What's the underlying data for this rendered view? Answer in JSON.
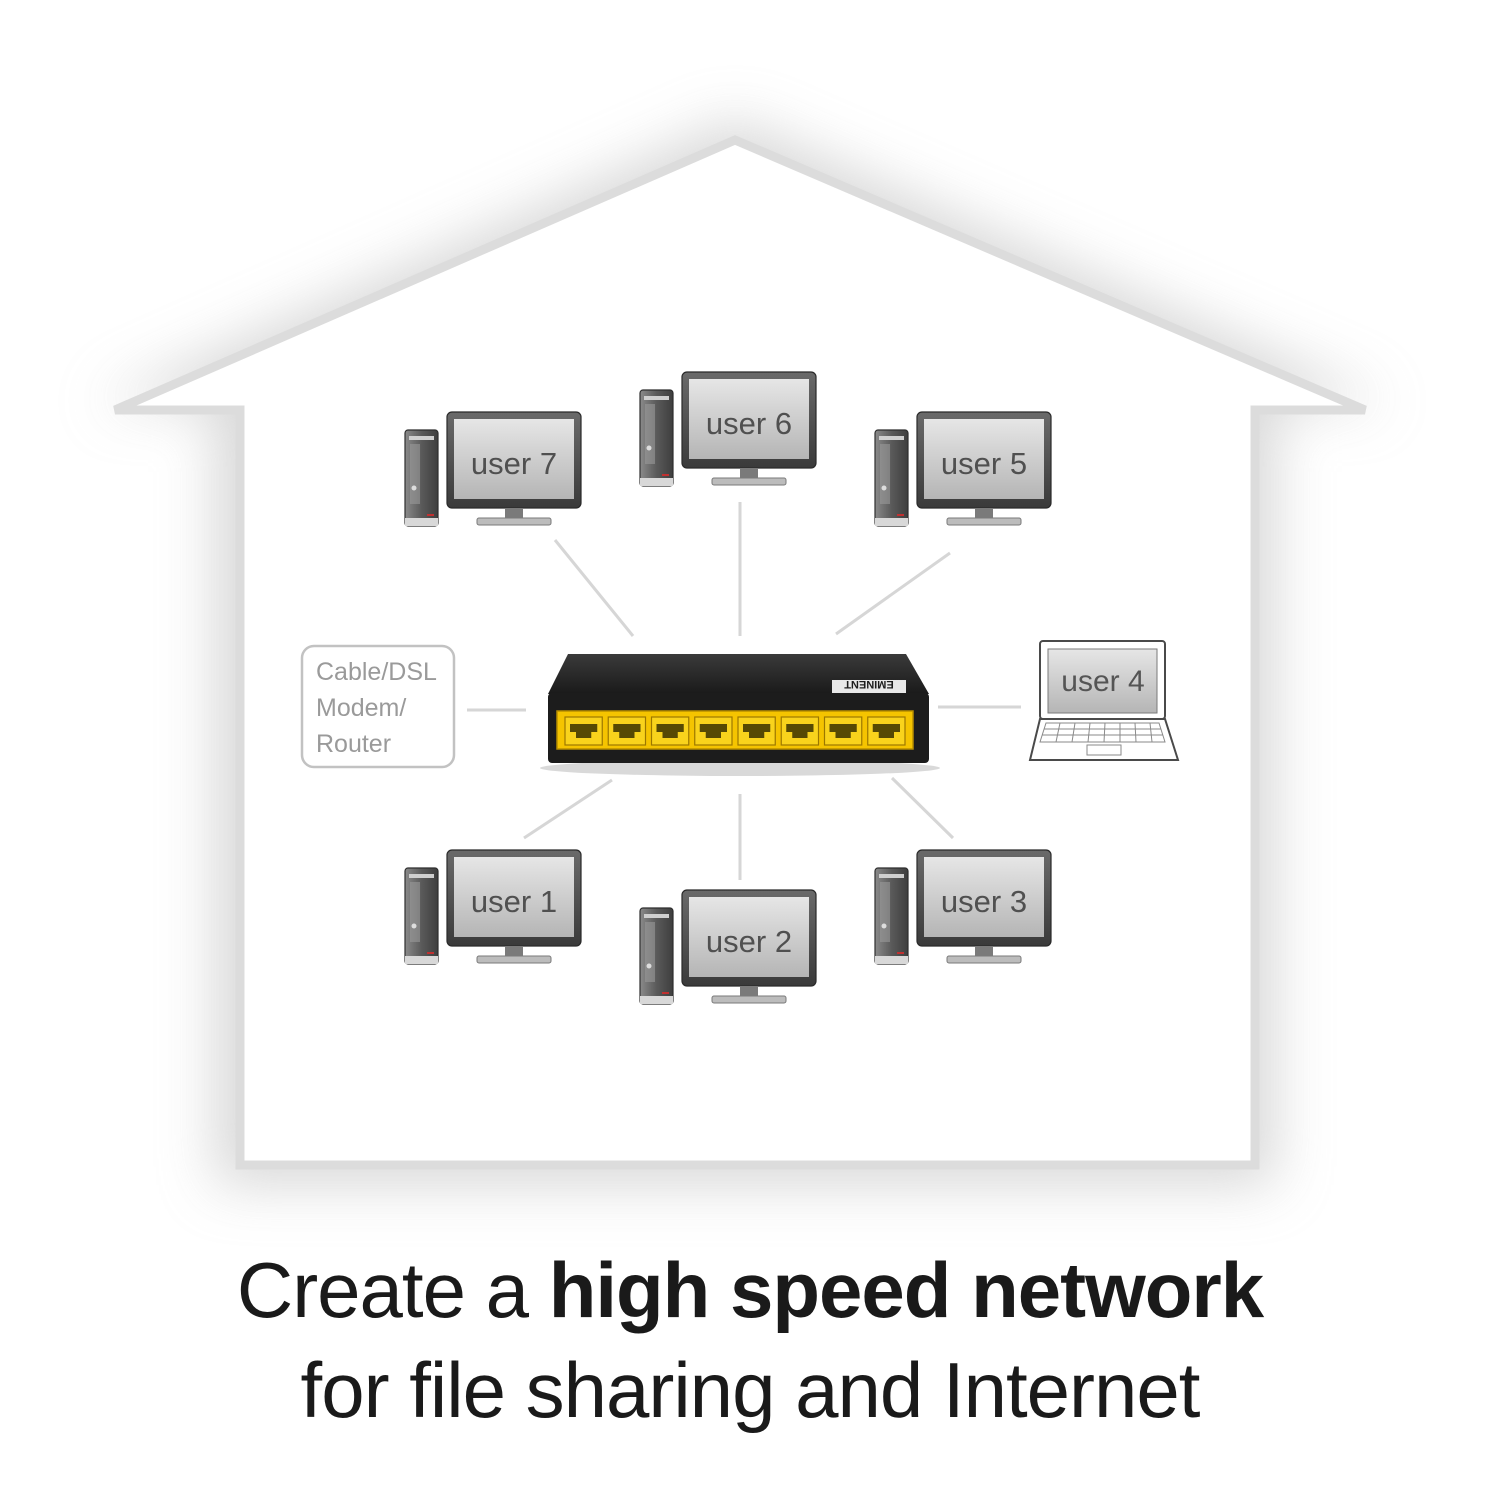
{
  "diagram": {
    "modem": {
      "lines": [
        "Cable/DSL",
        "Modem/",
        "Router"
      ]
    },
    "switch": {
      "brand": "EMINENT",
      "ports": 8
    },
    "laptop": {
      "label": "user 4"
    },
    "desktops": [
      {
        "id": "user7",
        "label": "user 7"
      },
      {
        "id": "user6",
        "label": "user 6"
      },
      {
        "id": "user5",
        "label": "user 5"
      },
      {
        "id": "user1",
        "label": "user 1"
      },
      {
        "id": "user2",
        "label": "user 2"
      },
      {
        "id": "user3",
        "label": "user 3"
      }
    ],
    "colors": {
      "port": "#f5c400",
      "switch_body": "#1c1c1c",
      "house_outline": "#dcdcdc",
      "connector": "#d6d6d6",
      "screen": "#bdbdbd"
    }
  },
  "caption": {
    "line1_prefix": "Create a ",
    "line1_bold": "high speed network",
    "line2": "for file sharing and Internet"
  }
}
